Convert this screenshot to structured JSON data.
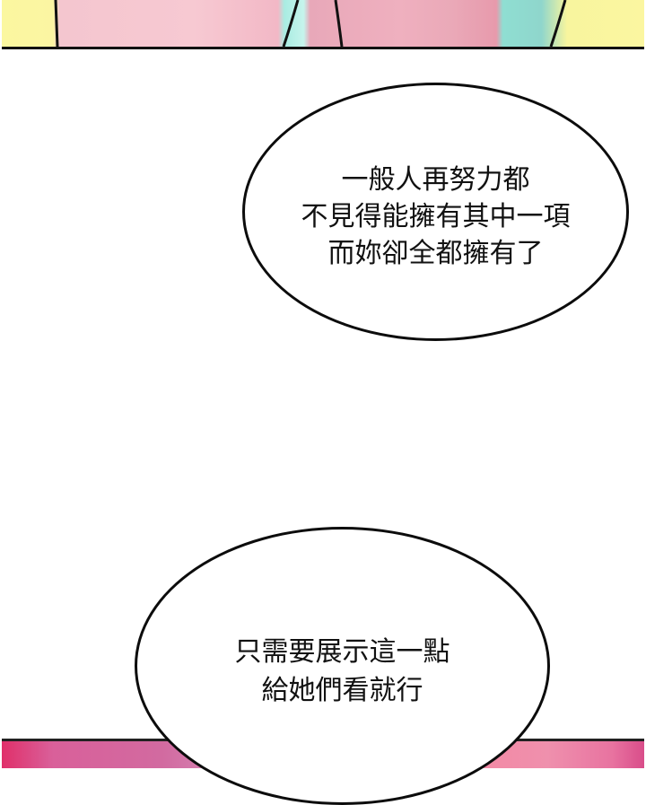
{
  "panels": {
    "top": {
      "description": "comic panel fragment with pink, cyan and yellow colored shapes",
      "colors": [
        "#fbf6a0",
        "#f7c9d2",
        "#a9ece2",
        "#efb0bf",
        "#8fd6cc"
      ]
    },
    "bottom": {
      "description": "comic panel fragment with magenta and pink tones",
      "colors": [
        "#e0306a",
        "#d26aa0",
        "#f0c0d8",
        "#f38aa5"
      ]
    }
  },
  "bubbles": [
    {
      "lines": [
        "一般人再努力都",
        "不見得能擁有其中一項",
        "而妳卻全都擁有了"
      ]
    },
    {
      "lines": [
        "只需要展示這一點",
        "給她們看就行"
      ]
    }
  ]
}
